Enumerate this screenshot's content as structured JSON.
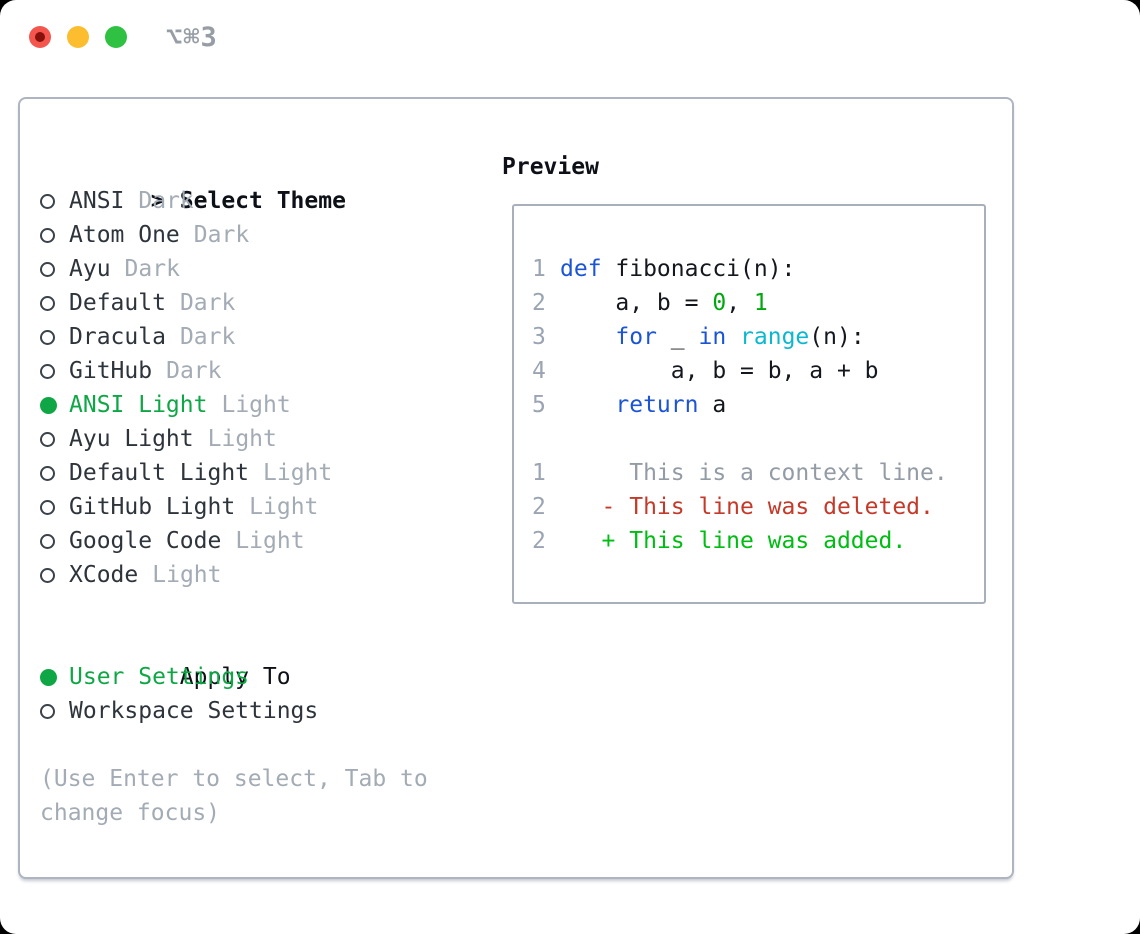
{
  "colors": {
    "ui-green": "#0fa746",
    "text-dark": "#2e343b",
    "text-black": "#0d1117",
    "muted": "#a3abb5",
    "linenum": "#9aa4b2",
    "kw": "#1b55d4",
    "fn": "#0db8ce",
    "lit": "#00a80e",
    "ctx": "#939ba5",
    "del": "#c43a2a",
    "add": "#00bd13",
    "panel-border": "#aeb5c0",
    "preview-border": "#a8b0ba",
    "tl-red": "#f4564e",
    "tl-red-dot": "#86100c",
    "tl-yellow": "#fcbd2f",
    "tl-green": "#2ec142"
  },
  "titlebar": {
    "shortcut": "⌥⌘3",
    "buttons": [
      "close",
      "minimize",
      "zoom"
    ]
  },
  "theme_list": {
    "prompt": ">",
    "title": "Select Theme",
    "items": [
      {
        "name": "ANSI",
        "variant": "Dark",
        "selected": false
      },
      {
        "name": "Atom One",
        "variant": "Dark",
        "selected": false
      },
      {
        "name": "Ayu",
        "variant": "Dark",
        "selected": false
      },
      {
        "name": "Default",
        "variant": "Dark",
        "selected": false
      },
      {
        "name": "Dracula",
        "variant": "Dark",
        "selected": false
      },
      {
        "name": "GitHub",
        "variant": "Dark",
        "selected": false
      },
      {
        "name": "ANSI Light",
        "variant": "Light",
        "selected": true
      },
      {
        "name": "Ayu Light",
        "variant": "Light",
        "selected": false
      },
      {
        "name": "Default Light",
        "variant": "Light",
        "selected": false
      },
      {
        "name": "GitHub Light",
        "variant": "Light",
        "selected": false
      },
      {
        "name": "Google Code",
        "variant": "Light",
        "selected": false
      },
      {
        "name": "XCode",
        "variant": "Light",
        "selected": false
      }
    ]
  },
  "apply_to": {
    "title": "Apply To",
    "options": [
      {
        "label": "User Settings",
        "selected": true
      },
      {
        "label": "Workspace Settings",
        "selected": false
      }
    ]
  },
  "hint_lines": [
    "(Use Enter to select, Tab to",
    "change focus)"
  ],
  "preview": {
    "title": "Preview",
    "lines": [
      {
        "num": "1",
        "tokens": [
          {
            "t": "def",
            "c": "kw"
          },
          {
            "t": " fibonacci(n):",
            "c": "pl"
          }
        ]
      },
      {
        "num": "2",
        "tokens": [
          {
            "t": "    a, b = ",
            "c": "pl"
          },
          {
            "t": "0",
            "c": "lit"
          },
          {
            "t": ", ",
            "c": "pl"
          },
          {
            "t": "1",
            "c": "lit"
          }
        ]
      },
      {
        "num": "3",
        "tokens": [
          {
            "t": "    ",
            "c": "pl"
          },
          {
            "t": "for",
            "c": "kw"
          },
          {
            "t": " _ ",
            "c": "pl"
          },
          {
            "t": "in",
            "c": "kw"
          },
          {
            "t": " ",
            "c": "pl"
          },
          {
            "t": "range",
            "c": "fn"
          },
          {
            "t": "(n):",
            "c": "pl"
          }
        ]
      },
      {
        "num": "4",
        "tokens": [
          {
            "t": "        a, b = b, a + b",
            "c": "pl"
          }
        ]
      },
      {
        "num": "5",
        "tokens": [
          {
            "t": "    ",
            "c": "pl"
          },
          {
            "t": "return",
            "c": "kw"
          },
          {
            "t": " a",
            "c": "pl"
          }
        ]
      },
      {
        "num": "",
        "tokens": []
      },
      {
        "num": "1",
        "tokens": [
          {
            "t": "     This is a context line.",
            "c": "ctx"
          }
        ]
      },
      {
        "num": "2",
        "tokens": [
          {
            "t": "   - This line was deleted.",
            "c": "del"
          }
        ]
      },
      {
        "num": "2",
        "tokens": [
          {
            "t": "   + This line was added.",
            "c": "add"
          }
        ]
      }
    ]
  }
}
